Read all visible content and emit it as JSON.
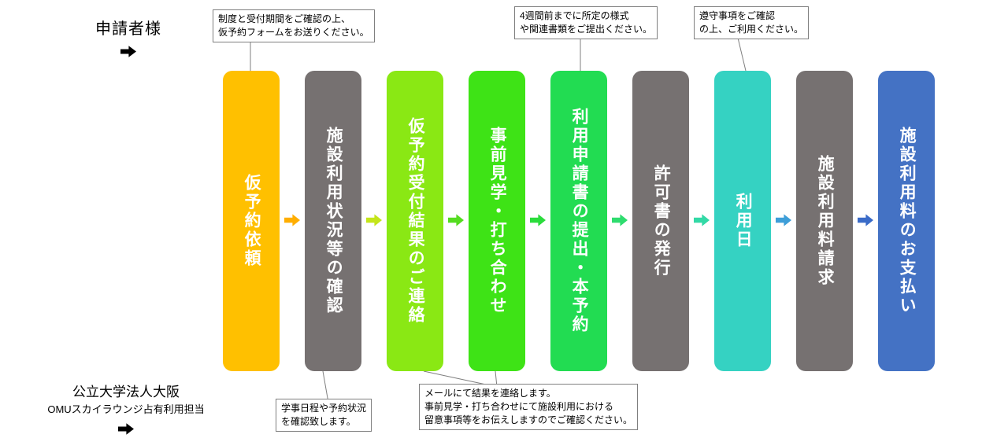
{
  "actors": {
    "top": {
      "label": "申請者様"
    },
    "bottom": {
      "line1": "公立大学法人大阪",
      "line2": "OMUスカイラウンジ占有利用担当"
    }
  },
  "steps": [
    {
      "label": "仮予約依頼",
      "color": "#FFC000"
    },
    {
      "label": "施設利用状況等の確認",
      "color": "#767171"
    },
    {
      "label": "仮予約受付結果のご連絡",
      "color": "#8AE814"
    },
    {
      "label": "事前見学・打ち合わせ",
      "color": "#3EE316"
    },
    {
      "label": "利用申請書の提出・本予約",
      "color": "#22DC52"
    },
    {
      "label": "許可書の発行",
      "color": "#767171"
    },
    {
      "label": "利用日",
      "color": "#35D2C2"
    },
    {
      "label": "施設利用料請求",
      "color": "#767171"
    },
    {
      "label": "施設利用料のお支払い",
      "color": "#4472C4"
    }
  ],
  "flow_arrows": [
    {
      "color": "#FFAE00"
    },
    {
      "color": "#C4E51A"
    },
    {
      "color": "#55DC20"
    },
    {
      "color": "#2BDC3C"
    },
    {
      "color": "#2EDC6E"
    },
    {
      "color": "#32D9A6"
    },
    {
      "color": "#3E9ED8"
    },
    {
      "color": "#3A6BC8"
    }
  ],
  "callouts": {
    "reservation_form": {
      "lines": [
        "制度と受付期間をご確認の上、",
        "仮予約フォームをお送りください。"
      ]
    },
    "application_documents": {
      "lines": [
        "4週間前までに所定の様式",
        "や関連書類をご提出ください。"
      ]
    },
    "compliance": {
      "lines": [
        "遵守事項をご確認",
        "の上、ご利用ください。"
      ]
    },
    "schedule_check": {
      "lines": [
        "学事日程や予約状況",
        "を確認致します。"
      ]
    },
    "result_notice": {
      "lines": [
        "メールにて結果を連絡します。",
        "事前見学・打ち合わせにて施設利用における",
        "留意事項等をお伝えしますのでご確認ください。"
      ]
    }
  }
}
